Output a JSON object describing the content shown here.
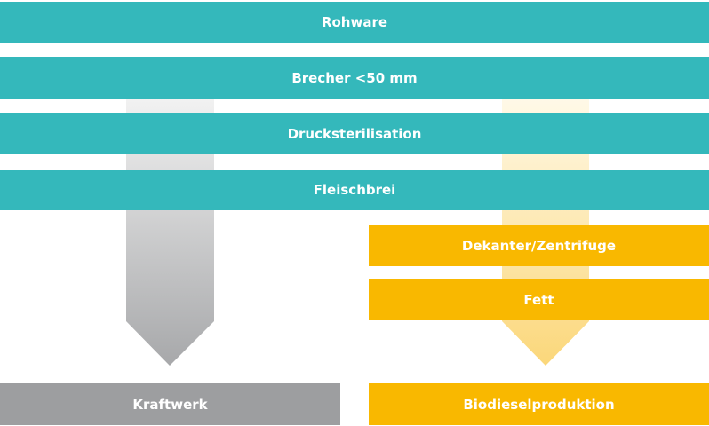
{
  "colors": {
    "teal": "#34b8bb",
    "yellow": "#f9b800",
    "grey": "#9d9ea0"
  },
  "steps": {
    "rohware": "Rohware",
    "brecher": "Brecher <50 mm",
    "drucksterilisation": "Drucksterilisation",
    "fleischbrei": "Fleischbrei",
    "dekanter": "Dekanter/Zentrifuge",
    "fett": "Fett",
    "kraftwerk": "Kraftwerk",
    "biodiesel": "Biodieselproduktion"
  }
}
